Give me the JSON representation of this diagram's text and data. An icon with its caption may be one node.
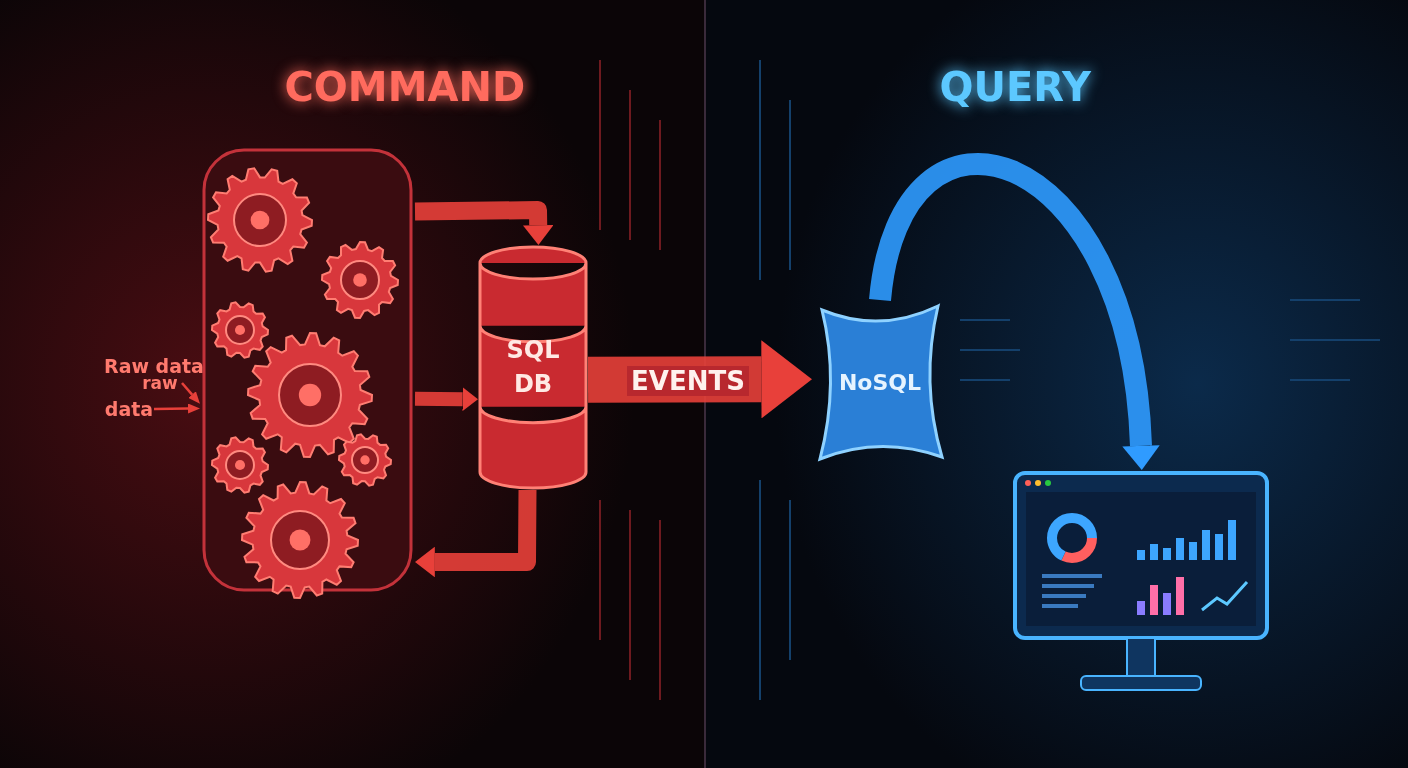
{
  "diagram": {
    "nodes": [
      {
        "text": [],
        "shape": "picture"
      },
      {
        "text": [
          "SQL DB"
        ]
      },
      {
        "text": [
          "NoSQL"
        ]
      },
      {
        "text": [],
        "shape": "picture"
      },
      {
        "text": [
          "raw"
        ]
      },
      {
        "text": [
          "data"
        ]
      }
    ],
    "edges": [
      {
        "from": 0,
        "to": 1,
        "arrow": "to"
      },
      {
        "from": 0,
        "to": 1,
        "arrow": "to"
      },
      {
        "from": 1,
        "to": 0,
        "arrow": "to"
      },
      {
        "from": 1,
        "to": 2,
        "arrow": "to",
        "label": "EVENTS",
        "style": "thick"
      },
      {
        "from": 2,
        "to": 3,
        "arrow": "to",
        "color": "#2f9bff"
      },
      {
        "from": 4,
        "to": 0,
        "arrow": "to"
      },
      {
        "from": 5,
        "to": 0,
        "arrow": "to"
      }
    ],
    "labels": [
      "COMMAND",
      "QUERY",
      "Raw data"
    ]
  }
}
